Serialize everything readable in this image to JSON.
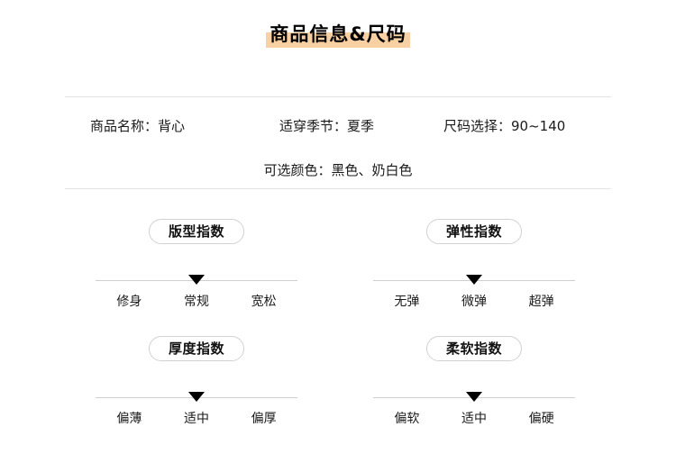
{
  "title": {
    "text": "商品信息&尺码",
    "highlight_color": "#f8d0a2"
  },
  "divider_color": "#e3e3e3",
  "product_info": {
    "name_line": "商品名称：背心",
    "season_line": "适穿季节：夏季",
    "size_line": "尺码选择：90~140",
    "color_line": "可选颜色：黑色、奶白色"
  },
  "indices": [
    {
      "title": "版型指数",
      "labels": [
        "修身",
        "常规",
        "宽松"
      ],
      "selected_index": 1
    },
    {
      "title": "弹性指数",
      "labels": [
        "无弹",
        "微弹",
        "超弹"
      ],
      "selected_index": 1
    },
    {
      "title": "厚度指数",
      "labels": [
        "偏薄",
        "适中",
        "偏厚"
      ],
      "selected_index": 1
    },
    {
      "title": "柔软指数",
      "labels": [
        "偏软",
        "适中",
        "偏硬"
      ],
      "selected_index": 1
    }
  ]
}
